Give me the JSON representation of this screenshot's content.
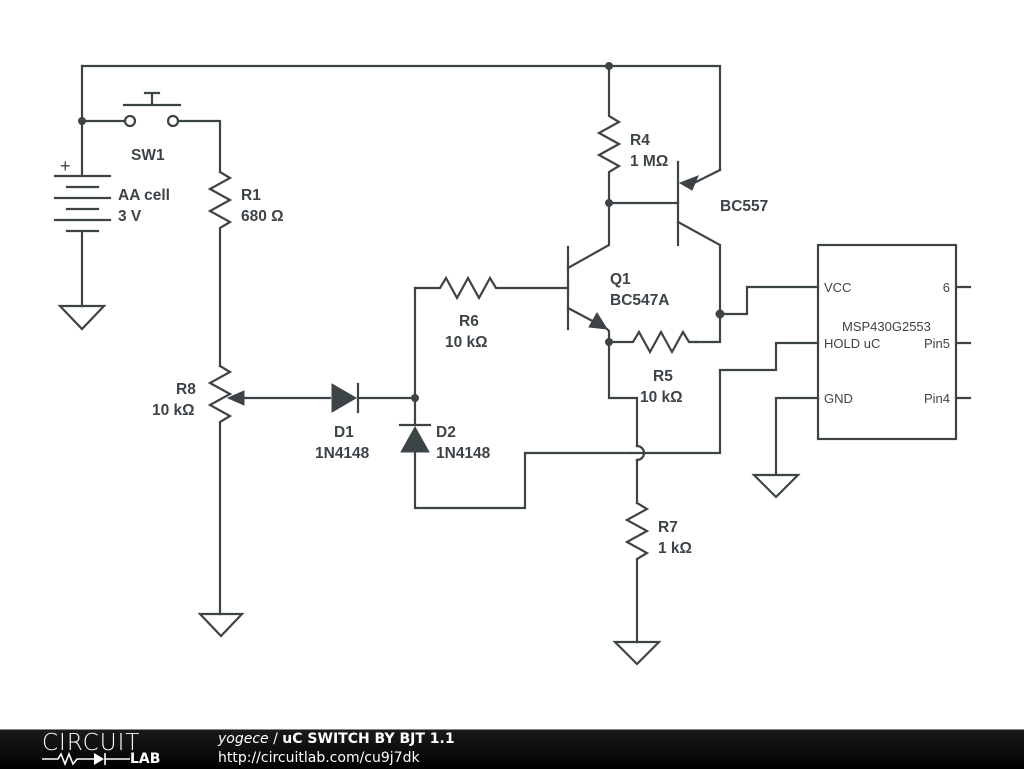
{
  "schematic": {
    "components": {
      "sw1": {
        "ref": "SW1"
      },
      "battery": {
        "ref": "AA cell",
        "value": "3 V",
        "polarity": "+"
      },
      "r1": {
        "ref": "R1",
        "value": "680 Ω"
      },
      "r4": {
        "ref": "R4",
        "value": "1 MΩ"
      },
      "q2": {
        "model": "BC557"
      },
      "q1": {
        "ref": "Q1",
        "model": "BC547A"
      },
      "r6": {
        "ref": "R6",
        "value": "10 kΩ"
      },
      "r5": {
        "ref": "R5",
        "value": "10 kΩ"
      },
      "r8": {
        "ref": "R8",
        "value": "10 kΩ"
      },
      "d1": {
        "ref": "D1",
        "model": "1N4148"
      },
      "d2": {
        "ref": "D2",
        "model": "1N4148"
      },
      "r7": {
        "ref": "R7",
        "value": "1 kΩ"
      },
      "mcu": {
        "part": "MSP430G2553",
        "pins_left": [
          "VCC",
          "HOLD uC",
          "GND"
        ],
        "pins_right": [
          "6",
          "Pin5",
          "Pin4"
        ]
      }
    }
  },
  "footer": {
    "logo_top": "CIRCUIT",
    "logo_bottom": "LAB",
    "author": "yogece",
    "separator": " / ",
    "title": "uC SWITCH BY BJT 1.1",
    "url": "http://circuitlab.com/cu9j7dk"
  }
}
